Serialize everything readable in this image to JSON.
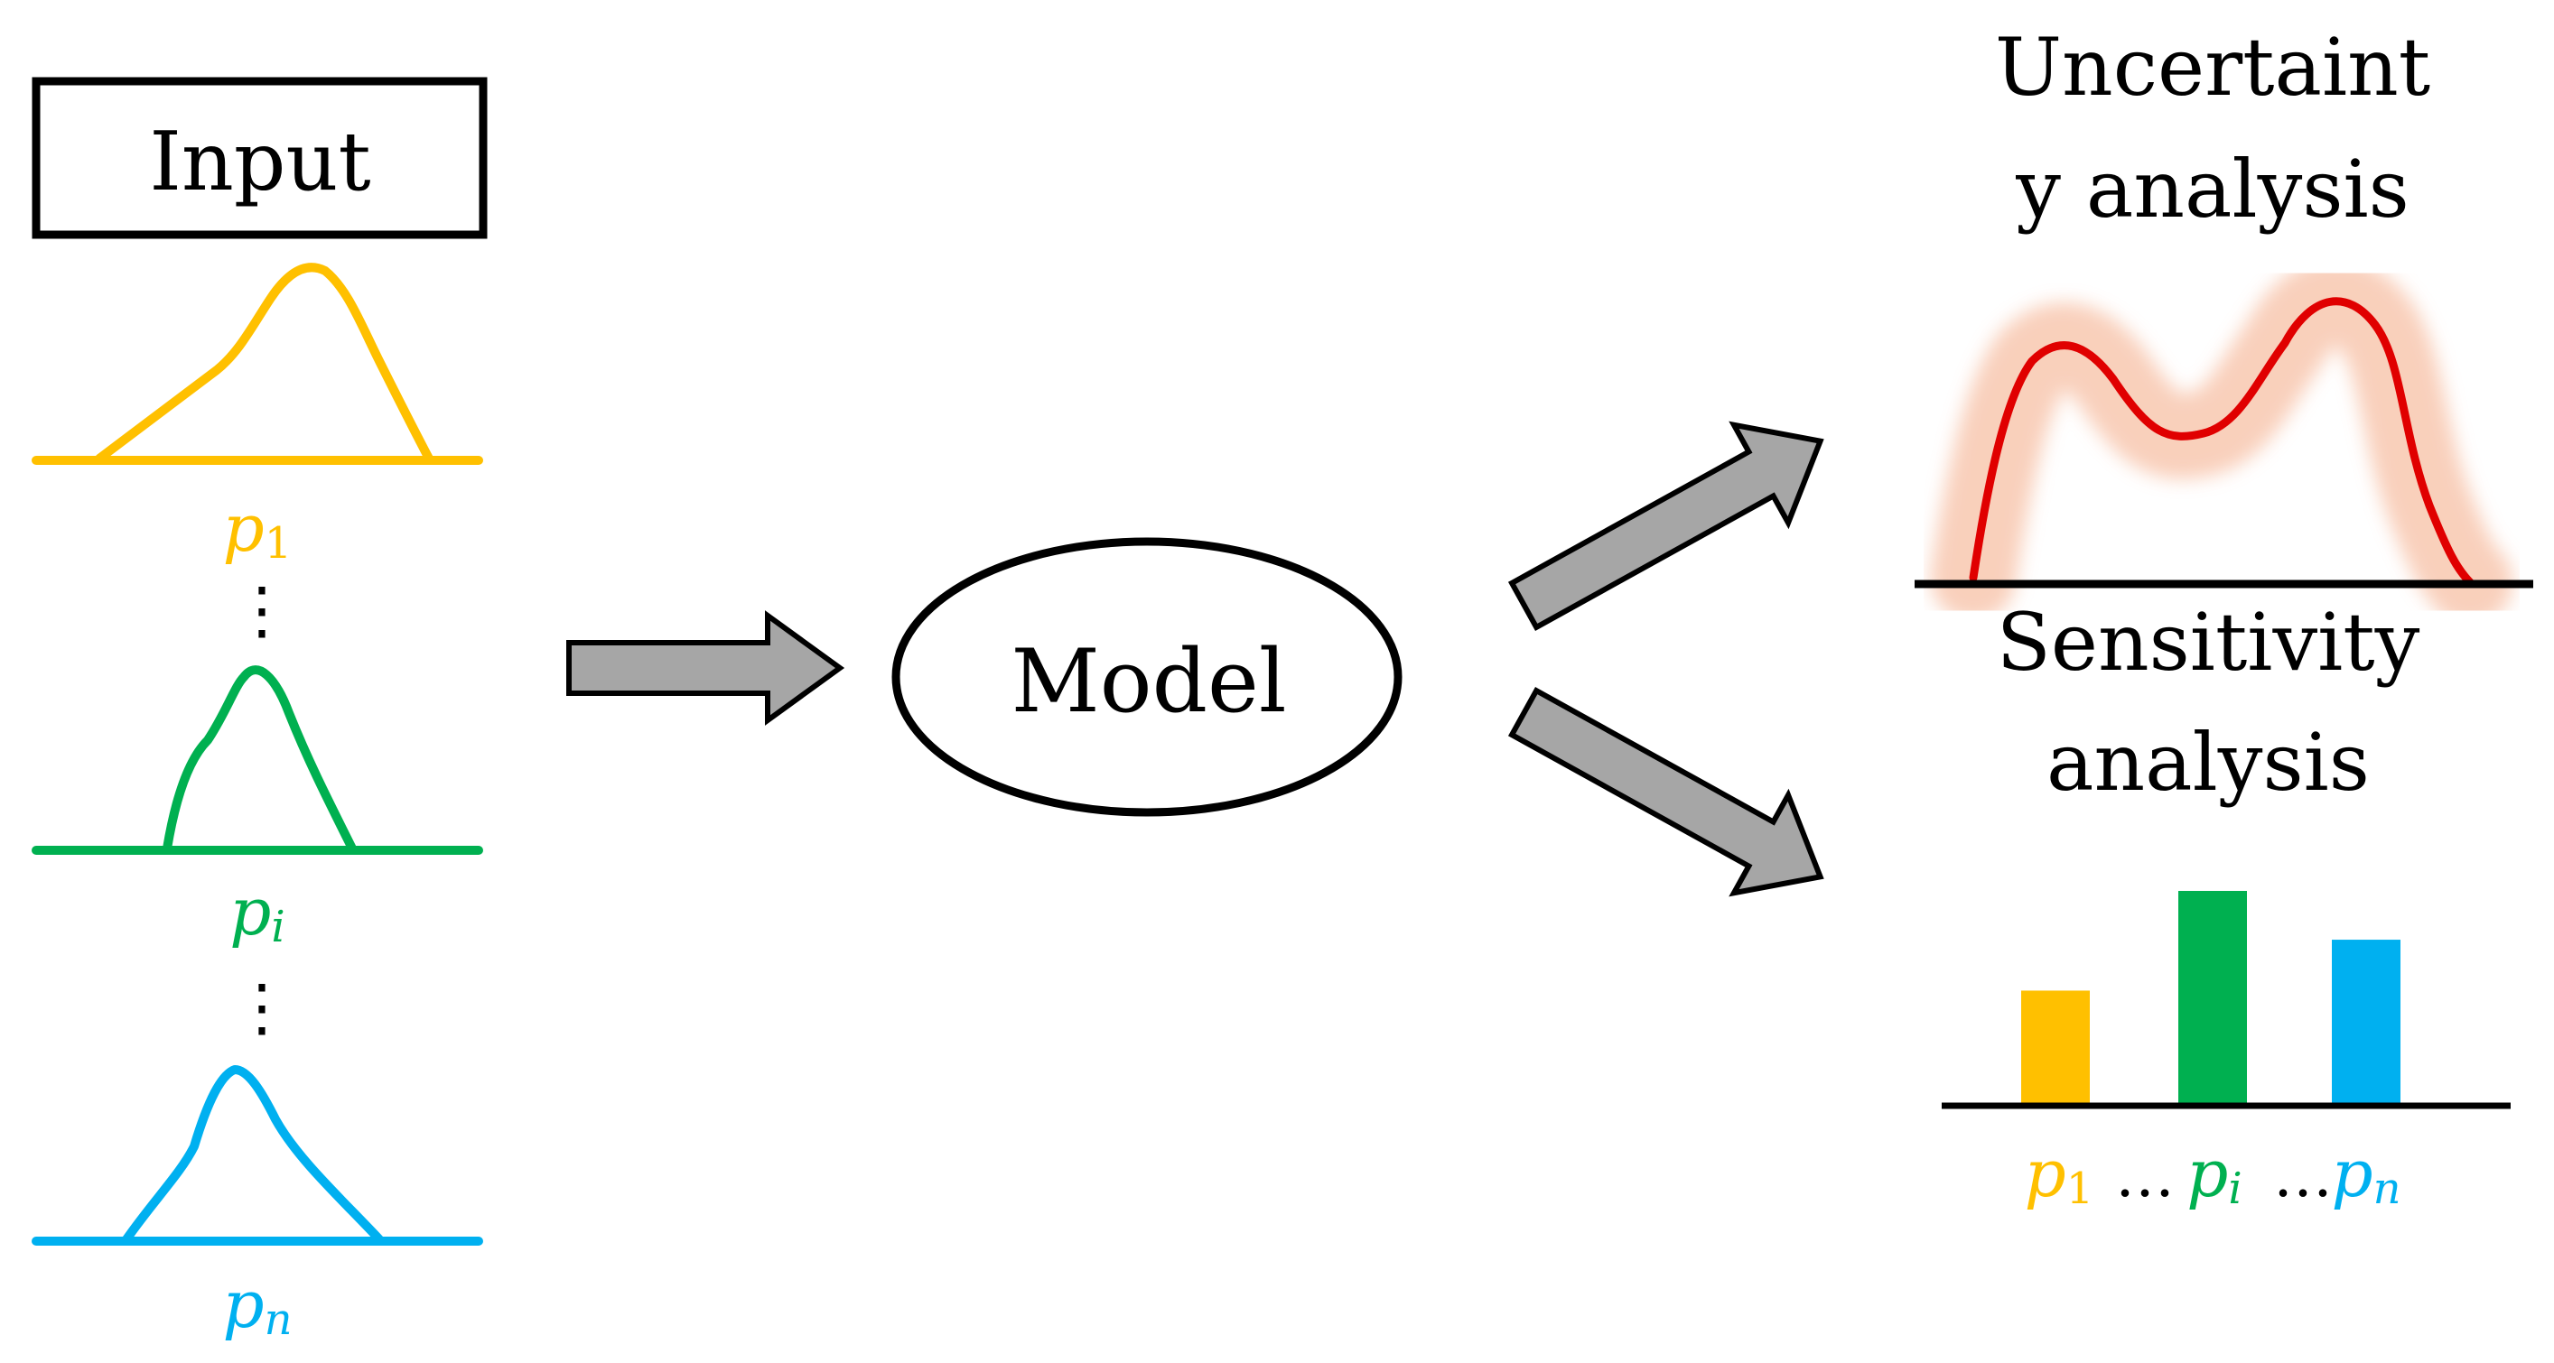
{
  "input_label": "Input",
  "model_label": "Model",
  "uncertainty_label_line1": "Uncertaint",
  "uncertainty_label_line2": "y analysis",
  "sensitivity_label_line1": "Sensitivity",
  "sensitivity_label_line2": "analysis",
  "parameters": [
    {
      "symbol": "p",
      "subscript": "1",
      "color": "#FFC000"
    },
    {
      "symbol": "p",
      "subscript": "i",
      "color": "#00B050"
    },
    {
      "symbol": "p",
      "subscript": "n",
      "color": "#00B0F0"
    }
  ],
  "vertical_ellipsis": "⋮",
  "horizontal_ellipsis": "…",
  "sensitivity_bars": [
    {
      "param": "p1",
      "relative_height": 0.53,
      "color": "#FFC000"
    },
    {
      "param": "pi",
      "relative_height": 1.0,
      "color": "#00B050"
    },
    {
      "param": "pn",
      "relative_height": 0.77,
      "color": "#00B0F0"
    }
  ],
  "colors": {
    "arrow_fill": "#A6A6A6",
    "uncertainty_line": "#E00000",
    "uncertainty_band": "#F8C8B0"
  }
}
